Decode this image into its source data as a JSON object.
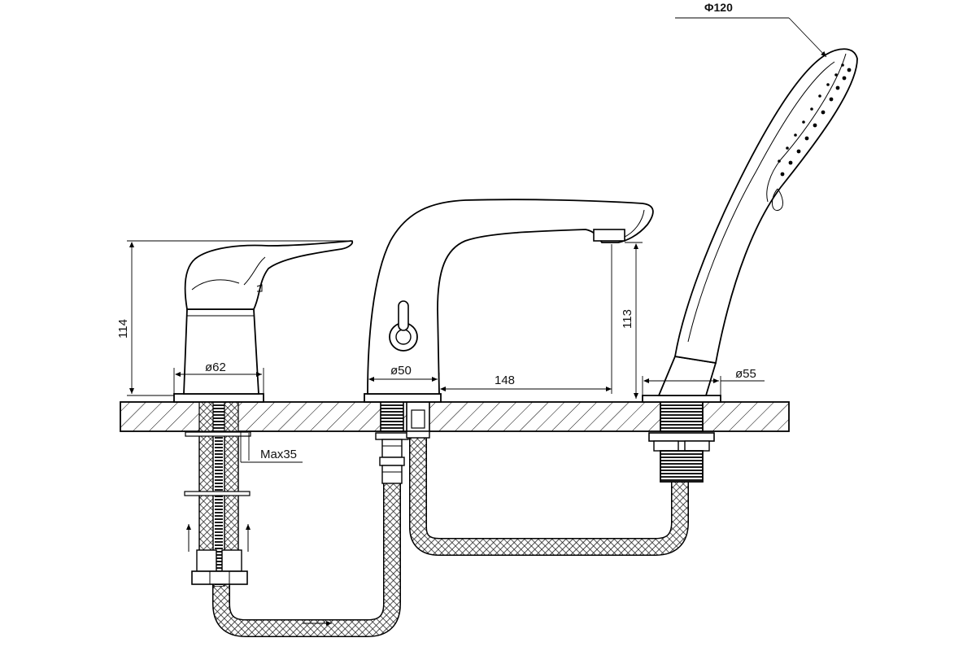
{
  "dimensions": {
    "shower_head_diameter": "Φ120",
    "lever_height": "114",
    "spout_height": "113",
    "mixer_base_diameter": "ø62",
    "spout_base_diameter": "ø50",
    "spout_reach": "148",
    "shower_base_diameter": "ø55",
    "max_deck_thickness": "Max35"
  }
}
